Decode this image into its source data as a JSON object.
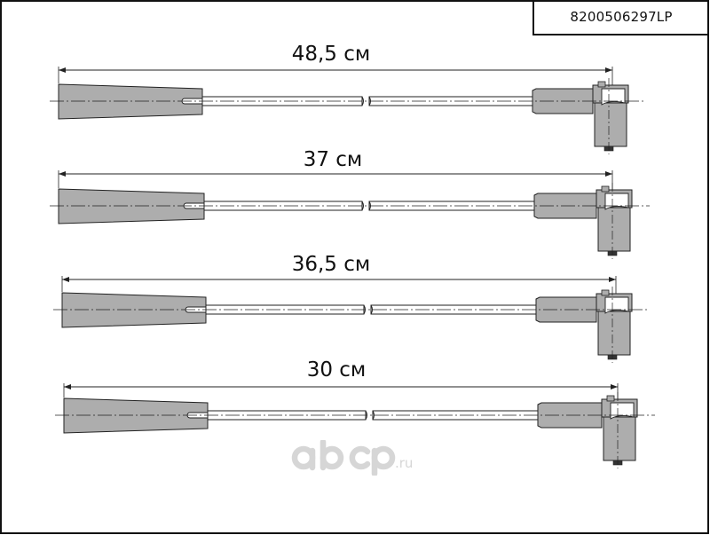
{
  "part_number": "8200506297LP",
  "wires": [
    {
      "length_label": "48,5 см"
    },
    {
      "length_label": "37 см"
    },
    {
      "length_label": "36,5 см"
    },
    {
      "length_label": "30 см"
    }
  ],
  "watermark": {
    "brand": "abcp",
    "suffix": ".ru"
  },
  "colors": {
    "boot_fill": "#adadad",
    "line": "#222222",
    "frame": "#111111",
    "watermark": "#d6d6d6"
  }
}
